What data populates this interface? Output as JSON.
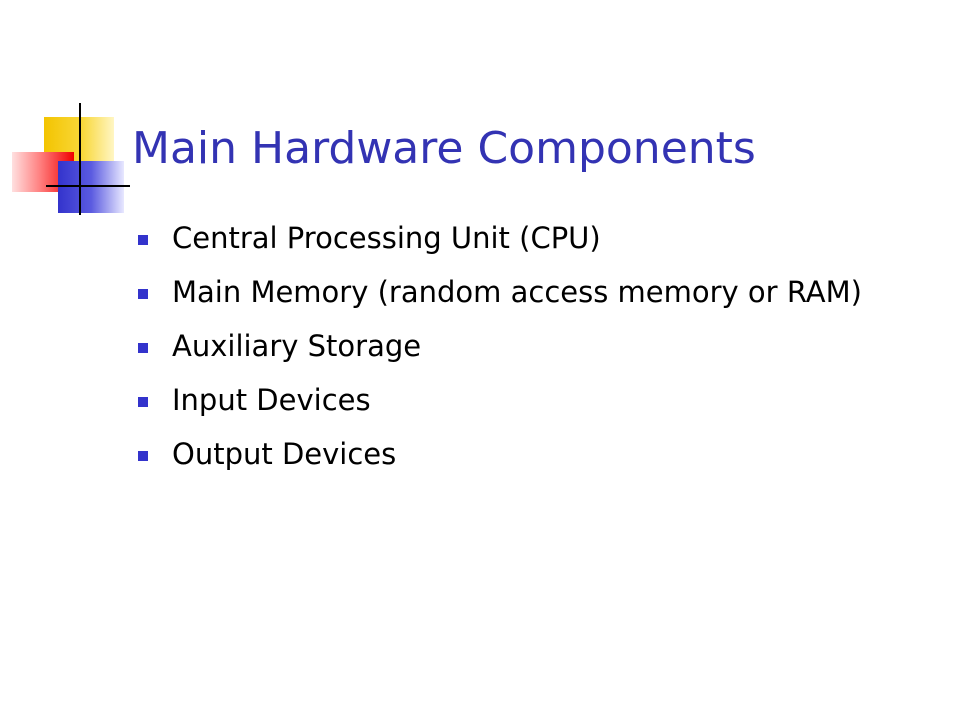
{
  "slide": {
    "title": "Main Hardware Components",
    "bullets": [
      "Central Processing Unit (CPU)",
      "Main Memory (random access memory or RAM)",
      "Auxiliary Storage",
      "Input Devices",
      "Output Devices"
    ]
  },
  "colors": {
    "title": "#3333b3",
    "bullet_marker": "#3333cc",
    "text": "#000000",
    "background": "#ffffff"
  },
  "icons": {
    "corner_decoration": "colored-squares-crosshair-icon",
    "bullet": "square-bullet-icon"
  }
}
